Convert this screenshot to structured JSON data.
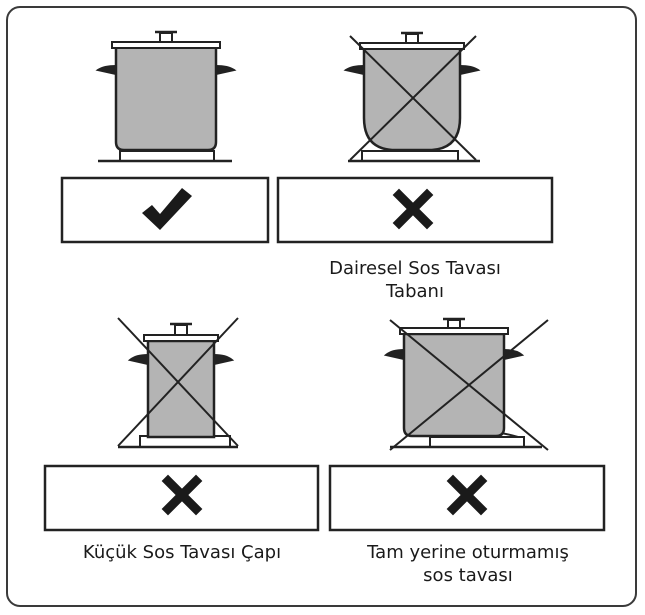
{
  "colors": {
    "pot_fill": "#b4b4b4",
    "outline": "#222222",
    "mark": "#1a1a1a",
    "background": "#ffffff"
  },
  "panels": [
    {
      "id": "correct",
      "mark": "check-icon",
      "caption_lines": []
    },
    {
      "id": "round-bottom",
      "mark": "cross-icon",
      "caption_lines": [
        "Dairesel Sos Tavası",
        "Tabanı"
      ]
    },
    {
      "id": "small-diameter",
      "mark": "cross-icon",
      "caption_lines": [
        "Küçük Sos Tavası Çapı"
      ]
    },
    {
      "id": "not-seated",
      "mark": "cross-icon",
      "caption_lines": [
        "Tam yerine oturmamış",
        "sos tavası"
      ]
    }
  ]
}
